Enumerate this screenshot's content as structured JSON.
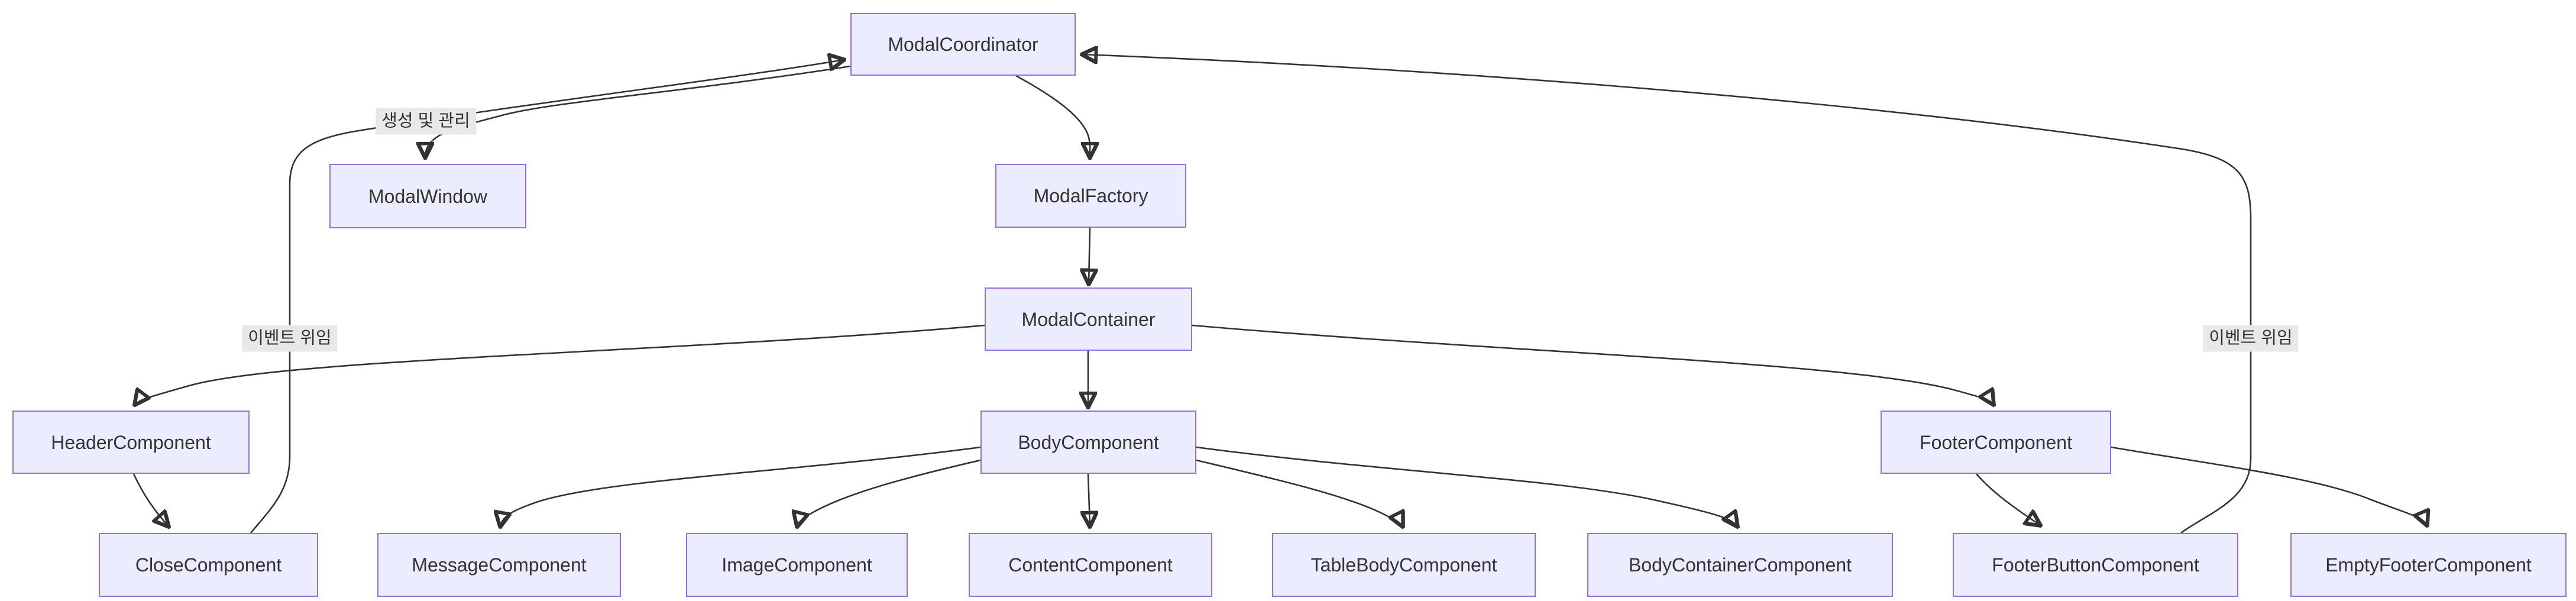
{
  "diagram": {
    "type": "flowchart-top-down",
    "nodes": {
      "modal_coordinator": {
        "label": "ModalCoordinator"
      },
      "modal_window": {
        "label": "ModalWindow"
      },
      "modal_factory": {
        "label": "ModalFactory"
      },
      "modal_container": {
        "label": "ModalContainer"
      },
      "header_component": {
        "label": "HeaderComponent"
      },
      "body_component": {
        "label": "BodyComponent"
      },
      "footer_component": {
        "label": "FooterComponent"
      },
      "close_component": {
        "label": "CloseComponent"
      },
      "message_component": {
        "label": "MessageComponent"
      },
      "image_component": {
        "label": "ImageComponent"
      },
      "content_component": {
        "label": "ContentComponent"
      },
      "table_body_component": {
        "label": "TableBodyComponent"
      },
      "body_container_component": {
        "label": "BodyContainerComponent"
      },
      "footer_button_component": {
        "label": "FooterButtonComponent"
      },
      "empty_footer_component": {
        "label": "EmptyFooterComponent"
      }
    },
    "edge_labels": {
      "create_and_manage": "생성 및 관리",
      "event_delegation_left": "이벤트 위임",
      "event_delegation_right": "이벤트 위임"
    },
    "edges": [
      {
        "from": "ModalCoordinator",
        "to": "ModalWindow",
        "label": "생성 및 관리"
      },
      {
        "from": "ModalCoordinator",
        "to": "ModalFactory",
        "label": ""
      },
      {
        "from": "ModalFactory",
        "to": "ModalContainer",
        "label": ""
      },
      {
        "from": "ModalContainer",
        "to": "HeaderComponent",
        "label": ""
      },
      {
        "from": "ModalContainer",
        "to": "BodyComponent",
        "label": ""
      },
      {
        "from": "ModalContainer",
        "to": "FooterComponent",
        "label": ""
      },
      {
        "from": "HeaderComponent",
        "to": "CloseComponent",
        "label": ""
      },
      {
        "from": "BodyComponent",
        "to": "MessageComponent",
        "label": ""
      },
      {
        "from": "BodyComponent",
        "to": "ImageComponent",
        "label": ""
      },
      {
        "from": "BodyComponent",
        "to": "ContentComponent",
        "label": ""
      },
      {
        "from": "BodyComponent",
        "to": "TableBodyComponent",
        "label": ""
      },
      {
        "from": "BodyComponent",
        "to": "BodyContainerComponent",
        "label": ""
      },
      {
        "from": "FooterComponent",
        "to": "FooterButtonComponent",
        "label": ""
      },
      {
        "from": "FooterComponent",
        "to": "EmptyFooterComponent",
        "label": ""
      },
      {
        "from": "CloseComponent",
        "to": "ModalCoordinator",
        "label": "이벤트 위임"
      },
      {
        "from": "FooterButtonComponent",
        "to": "ModalCoordinator",
        "label": "이벤트 위임"
      }
    ],
    "colors": {
      "node_fill": "#ECECFF",
      "node_border": "#9370DB",
      "edge_line": "#333333",
      "edge_label_bg": "#e8e8e8",
      "text": "#333333",
      "background": "#ffffff"
    }
  }
}
